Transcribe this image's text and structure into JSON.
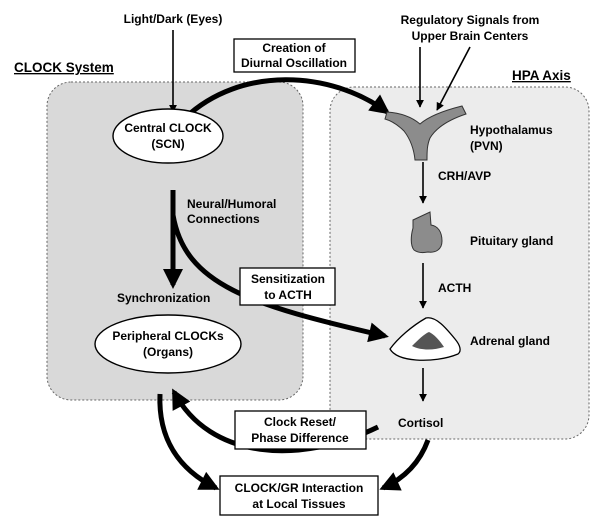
{
  "systems": {
    "clock_title": "CLOCK System",
    "hpa_title": "HPA Axis"
  },
  "inputs": {
    "eyes": "Light/Dark (Eyes)",
    "upper_line1": "Regulatory Signals from",
    "upper_line2": "Upper Brain Centers"
  },
  "boxes": {
    "diurnal_line1": "Creation of",
    "diurnal_line2": "Diurnal Oscillation",
    "sensitization_line1": "Sensitization",
    "sensitization_line2": "to ACTH",
    "reset_line1": "Clock Reset/",
    "reset_line2": "Phase Difference",
    "interaction_line1": "CLOCK/GR Interaction",
    "interaction_line2": "at Local Tissues"
  },
  "clock": {
    "central_line1": "Central CLOCK",
    "central_line2": "(SCN)",
    "neural_line1": "Neural/Humoral",
    "neural_line2": "Connections",
    "synchronization": "Synchronization",
    "peripheral_line1": "Peripheral CLOCKs",
    "peripheral_line2": "(Organs)"
  },
  "hpa": {
    "hypothalamus_line1": "Hypothalamus",
    "hypothalamus_line2": "(PVN)",
    "crh": "CRH/AVP",
    "pituitary": "Pituitary gland",
    "acth": "ACTH",
    "adrenal": "Adrenal gland",
    "cortisol": "Cortisol"
  },
  "colors": {
    "clock_panel": "#d9d9d9",
    "hpa_panel": "#ececec",
    "organ_fill": "#8c8c8c",
    "adrenal_core": "#555555"
  }
}
